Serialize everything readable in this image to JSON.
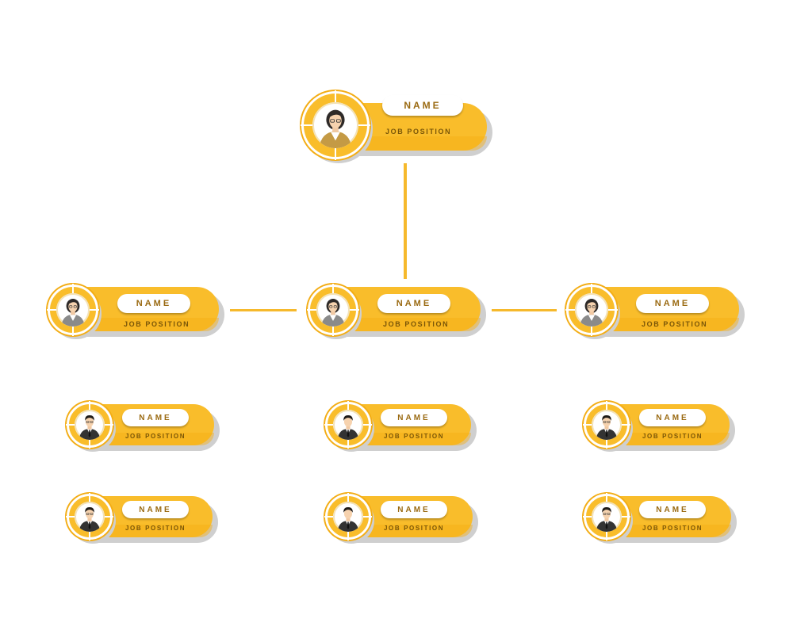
{
  "chart": {
    "nodes": [
      {
        "id": "top",
        "name": "NAME",
        "job_position": "JOB POSITION",
        "avatar": "woman-brown-jacket-icon"
      },
      {
        "id": "mid-left",
        "name": "NAME",
        "job_position": "JOB POSITION",
        "avatar": "woman-gray-jacket-icon"
      },
      {
        "id": "mid-center",
        "name": "NAME",
        "job_position": "JOB POSITION",
        "avatar": "woman-gray-jacket-icon"
      },
      {
        "id": "mid-right",
        "name": "NAME",
        "job_position": "JOB POSITION",
        "avatar": "woman-gray-jacket-icon"
      },
      {
        "id": "row3-left",
        "name": "NAME",
        "job_position": "JOB POSITION",
        "avatar": "man-dark-suit-icon"
      },
      {
        "id": "row3-center",
        "name": "NAME",
        "job_position": "JOB POSITION",
        "avatar": "man-dark-suit-icon"
      },
      {
        "id": "row3-right",
        "name": "NAME",
        "job_position": "JOB POSITION",
        "avatar": "man-dark-suit-icon"
      },
      {
        "id": "row4-left",
        "name": "NAME",
        "job_position": "JOB POSITION",
        "avatar": "man-dark-suit-icon"
      },
      {
        "id": "row4-center",
        "name": "NAME",
        "job_position": "JOB POSITION",
        "avatar": "man-dark-suit-icon"
      },
      {
        "id": "row4-right",
        "name": "NAME",
        "job_position": "JOB POSITION",
        "avatar": "man-dark-suit-icon"
      }
    ],
    "connections": [
      {
        "from": "top",
        "to": "mid-center"
      },
      {
        "from": "mid-center",
        "to": "mid-left"
      },
      {
        "from": "mid-center",
        "to": "mid-right"
      }
    ],
    "colors": {
      "card": "#f9bd2b",
      "connector": "#f6b92c",
      "name_text": "#9a6a12",
      "job_text": "#7a5608",
      "shadow": "#cfcfcf"
    }
  }
}
